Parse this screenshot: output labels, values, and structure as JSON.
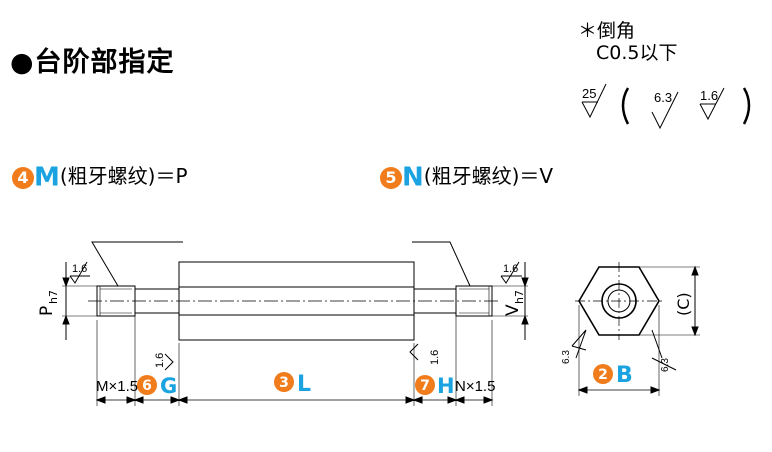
{
  "title": "●台阶部指定",
  "chamfer_note": {
    "line1": "＊倒角",
    "line2": "C0.5以下",
    "roughness": [
      "25",
      "6.3",
      "1.6"
    ]
  },
  "thread_m": {
    "num": "4",
    "letter": "M",
    "text": "(粗牙螺纹)＝P"
  },
  "thread_n": {
    "num": "5",
    "letter": "N",
    "text": "(粗牙螺纹)＝V"
  },
  "drawing": {
    "p_label": "P",
    "p_sub": "h7",
    "v_label": "V",
    "v_sub": "h7",
    "c_label": "(C)",
    "roughness_left": "1.6",
    "roughness_right": "1.6",
    "roughness_g": "1.6",
    "roughness_h": "1.6",
    "roughness_hex_left": "6.3",
    "roughness_hex_right": "6.3",
    "m_dim": "M×1.5",
    "n_dim": "N×1.5",
    "g": {
      "num": "6",
      "letter": "G"
    },
    "l": {
      "num": "3",
      "letter": "L"
    },
    "h": {
      "num": "7",
      "letter": "H"
    },
    "b": {
      "num": "2",
      "letter": "B"
    }
  }
}
